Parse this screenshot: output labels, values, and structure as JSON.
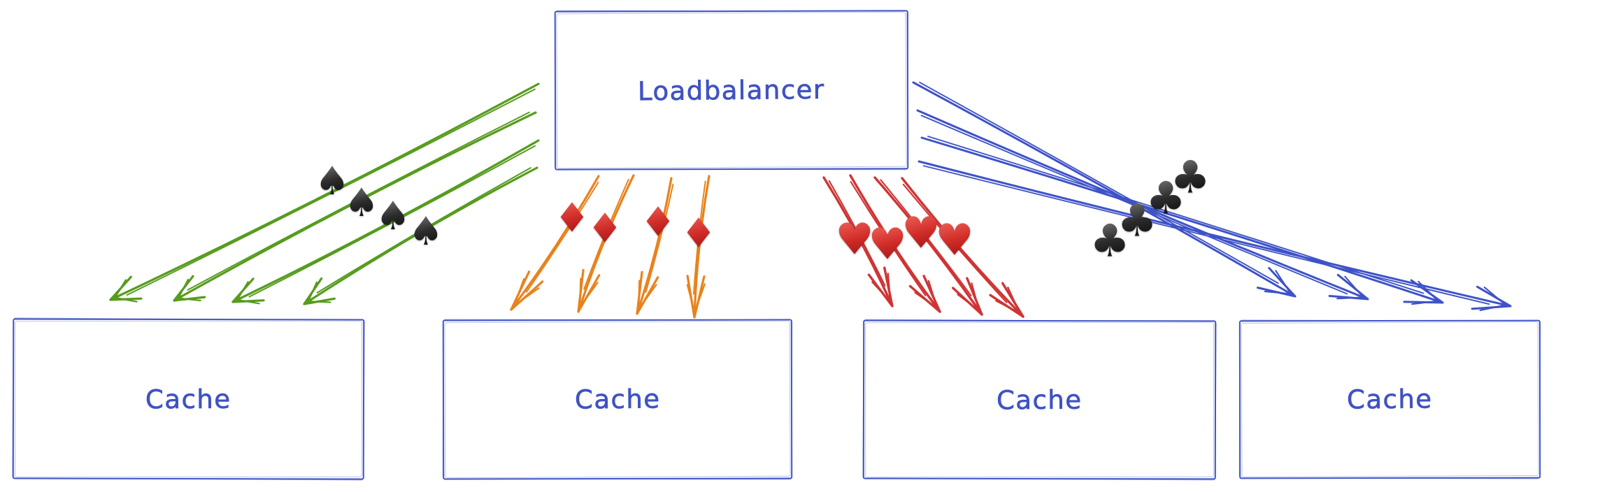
{
  "diagram": {
    "type": "flow-diagram",
    "style": "hand-drawn",
    "nodes": {
      "loadbalancer": {
        "label": "Loadbalancer"
      },
      "caches": [
        {
          "label": "Cache"
        },
        {
          "label": "Cache"
        },
        {
          "label": "Cache"
        },
        {
          "label": "Cache"
        }
      ]
    },
    "flows": [
      {
        "id": "spades-flow",
        "from": "loadbalancer",
        "to": "cache-1",
        "suit": "spade",
        "suit_char": "♠",
        "suit_color_style": "black",
        "symbol_count": 4,
        "arrow_count": 4,
        "arrow_color": "#569c1e"
      },
      {
        "id": "diamonds-flow",
        "from": "loadbalancer",
        "to": "cache-2",
        "suit": "diamond",
        "suit_char": "♦",
        "suit_color_style": "red",
        "symbol_count": 4,
        "arrow_count": 4,
        "arrow_color": "#e8821c"
      },
      {
        "id": "hearts-flow",
        "from": "loadbalancer",
        "to": "cache-3",
        "suit": "heart",
        "suit_char": "♥",
        "suit_color_style": "red",
        "symbol_count": 4,
        "arrow_count": 4,
        "arrow_color": "#cf3434"
      },
      {
        "id": "clubs-flow",
        "from": "loadbalancer",
        "to": "cache-4",
        "suit": "club",
        "suit_char": "♣",
        "suit_color_style": "black",
        "symbol_count": 4,
        "arrow_count": 4,
        "arrow_color": "#3e52c8"
      }
    ],
    "colors": {
      "canvas_bg": "#ffffff",
      "node_stroke": "#4255c5",
      "node_text": "#3f53c2"
    }
  }
}
